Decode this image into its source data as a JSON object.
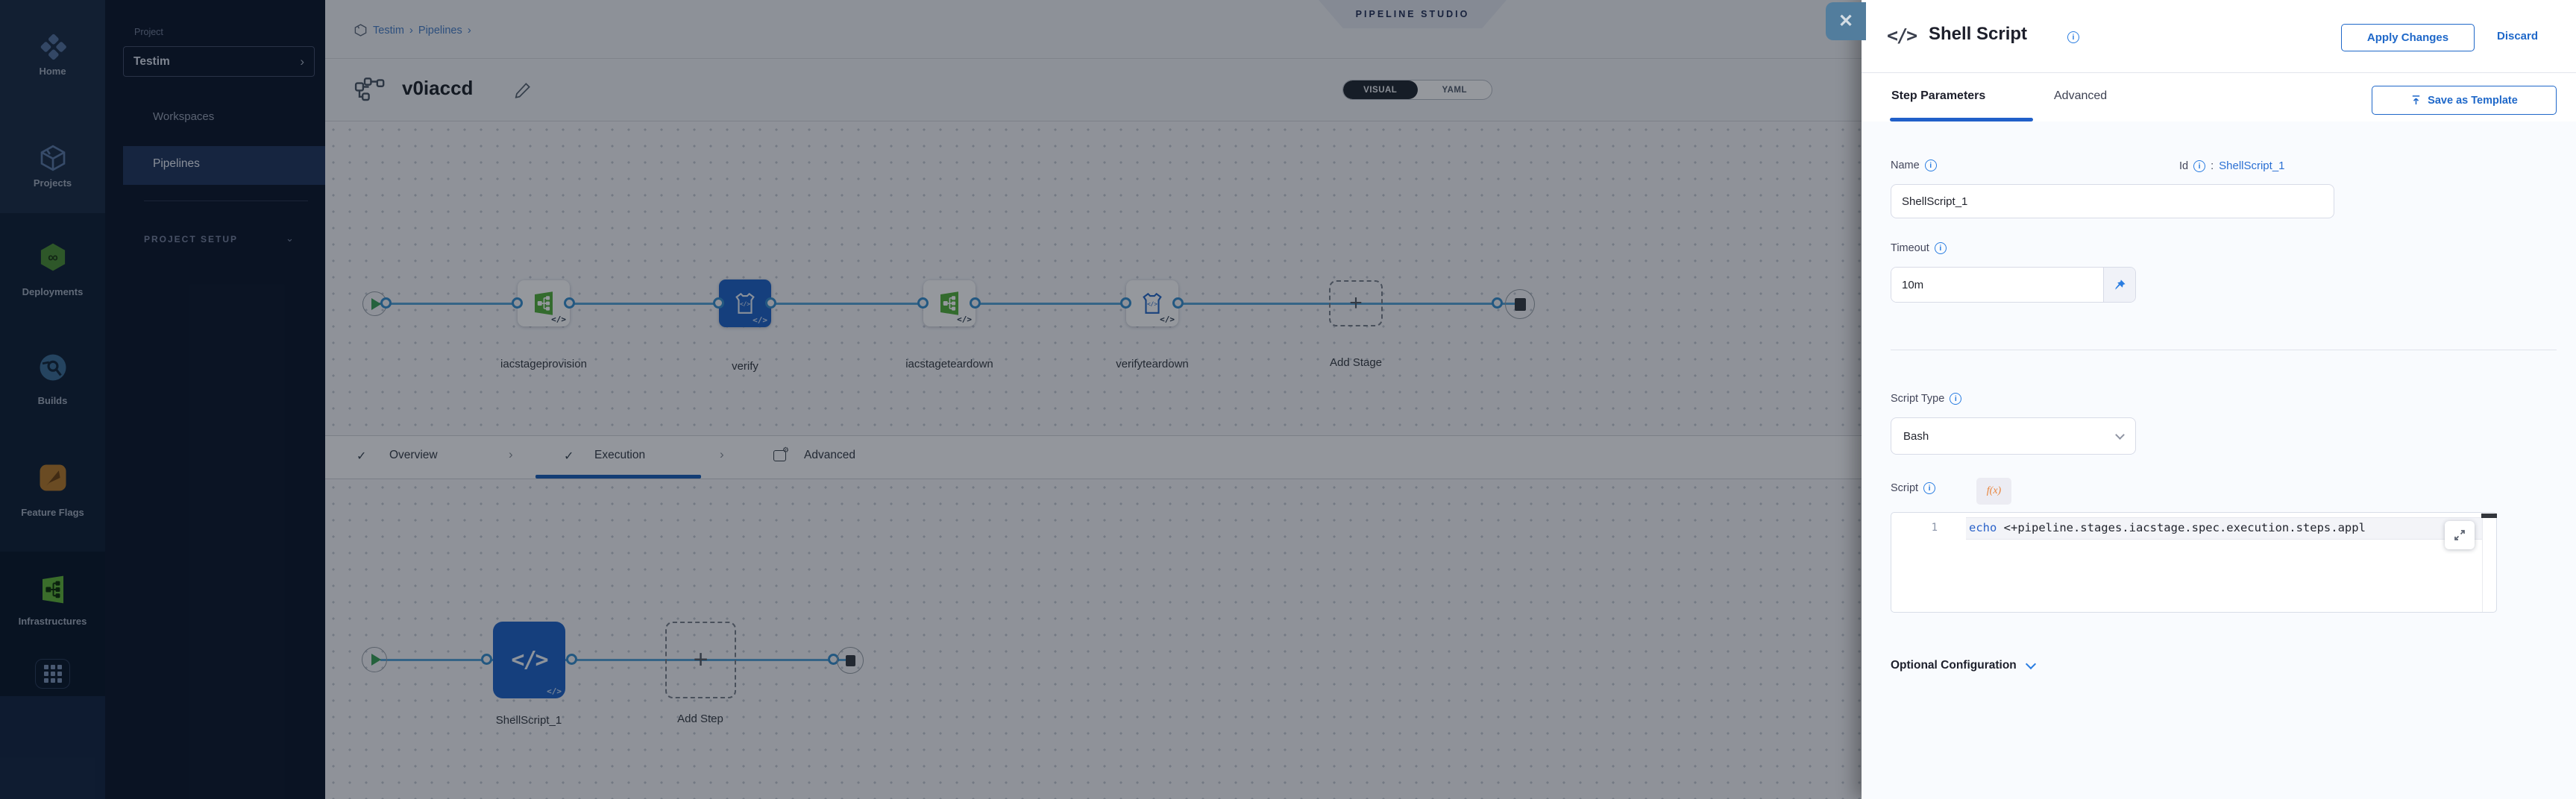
{
  "colors": {
    "accent": "#1f68c9",
    "link": "#4c82c8",
    "selected_node": "#2467c9",
    "stage_green": "#57b23f"
  },
  "module_nav": {
    "items": [
      {
        "label": "Home",
        "icon": "home-icon"
      },
      {
        "label": "Projects",
        "icon": "projects-icon"
      },
      {
        "label": "Deployments",
        "icon": "deployments-icon"
      },
      {
        "label": "Builds",
        "icon": "builds-icon"
      },
      {
        "label": "Feature Flags",
        "icon": "feature-flags-icon"
      },
      {
        "label": "Infrastructures",
        "icon": "infrastructures-icon"
      }
    ]
  },
  "project_nav": {
    "section_label": "Project",
    "project_selector": "Testim",
    "items": [
      {
        "label": "Workspaces"
      },
      {
        "label": "Pipelines",
        "active": true
      }
    ],
    "setup_label": "PROJECT SETUP"
  },
  "header": {
    "breadcrumb": {
      "items": [
        "Testim",
        "Pipelines"
      ],
      "separator": "›"
    },
    "studio_badge": "PIPELINE STUDIO",
    "pipeline_name": "v0iaccd",
    "view_toggle": {
      "options": [
        "VISUAL",
        "YAML"
      ],
      "selected": "VISUAL"
    },
    "close_glyph": "✕"
  },
  "stage_graph": {
    "stages": [
      {
        "name": "iacstageprovision"
      },
      {
        "name": "verify",
        "selected": true
      },
      {
        "name": "iacstageteardown"
      },
      {
        "name": "verifyteardown"
      }
    ],
    "add_stage_label": "Add Stage",
    "code_badge": "</>"
  },
  "execution_tabs": {
    "items": [
      {
        "label": "Overview",
        "checked": "✓"
      },
      {
        "label": "Execution",
        "checked": "✓",
        "selected": true
      },
      {
        "label": "Advanced"
      }
    ],
    "separator": "›"
  },
  "step_graph": {
    "step_name": "ShellScript_1",
    "step_icon": "</>",
    "add_step_label": "Add Step"
  },
  "drawer": {
    "icon": "</>",
    "title": "Shell Script",
    "apply_label": "Apply Changes",
    "discard_label": "Discard",
    "tabs": {
      "items": [
        {
          "label": "Step Parameters",
          "selected": true
        },
        {
          "label": "Advanced"
        }
      ]
    },
    "save_template_label": "Save as Template",
    "form": {
      "name": {
        "label": "Name",
        "value": "ShellScript_1"
      },
      "id": {
        "label": "Id",
        "separator": ":",
        "value": "ShellScript_1"
      },
      "timeout": {
        "label": "Timeout",
        "value": "10m"
      },
      "script_type": {
        "label": "Script Type",
        "value": "Bash"
      },
      "script": {
        "label": "Script",
        "fx_badge": "f(x)",
        "line_number": "1",
        "code_keyword": "echo",
        "code_rest": " <+pipeline.stages.iacstage.spec.execution.steps.appl"
      },
      "optional_label": "Optional Configuration"
    }
  }
}
